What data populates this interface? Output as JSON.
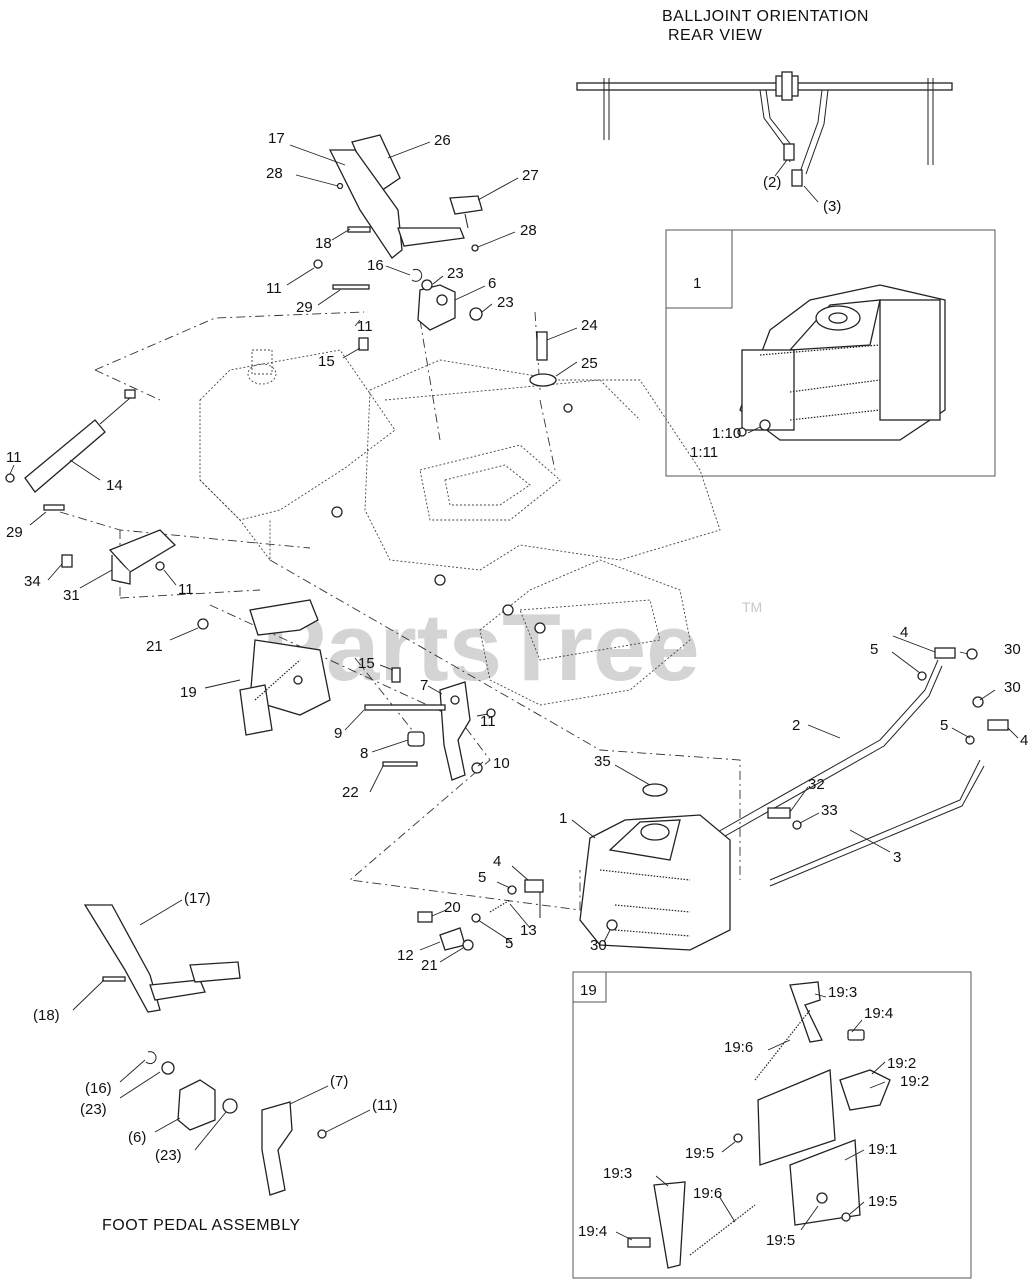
{
  "captions": {
    "balljoint_line1": "BALLJOINT ORIENTATION",
    "balljoint_line2": "REAR VIEW",
    "foot_pedal": "FOOT PEDAL ASSEMBLY"
  },
  "watermark": {
    "text": "PartsTree",
    "tm": "TM"
  },
  "insets": {
    "inset1_label": "1",
    "inset19_label": "19"
  },
  "callouts": {
    "c17": "17",
    "c26": "26",
    "c28a": "28",
    "c27": "27",
    "c28b": "28",
    "c18": "18",
    "c16": "16",
    "c23a": "23",
    "c6": "6",
    "c23b": "23",
    "c11a": "11",
    "c29a": "29",
    "c11b": "11",
    "c15a": "15",
    "c24": "24",
    "c25": "25",
    "c11c": "11",
    "c14": "14",
    "c29b": "29",
    "c34": "34",
    "c31": "31",
    "c11d": "11",
    "c21a": "21",
    "c19": "19",
    "c15b": "15",
    "c7": "7",
    "c11e": "11",
    "c9": "9",
    "c8": "8",
    "c10": "10",
    "c22": "22",
    "c4a": "4",
    "c30a": "30",
    "c5a": "5",
    "c30b": "30",
    "c5b": "5",
    "c4b": "4",
    "c2": "2",
    "c35": "35",
    "c32": "32",
    "c33": "33",
    "c1": "1",
    "c3": "3",
    "c4c": "4",
    "c5c": "5",
    "c20": "20",
    "c13": "13",
    "c5d": "5",
    "c12": "12",
    "c21b": "21",
    "c30c": "30",
    "bj2": "(2)",
    "bj3": "(3)",
    "i1_10": "1:10",
    "i1_11": "1:11",
    "fp17": "(17)",
    "fp18": "(18)",
    "fp16": "(16)",
    "fp23a": "(23)",
    "fp6": "(6)",
    "fp23b": "(23)",
    "fp7": "(7)",
    "fp11": "(11)",
    "s19_3a": "19:3",
    "s19_4a": "19:4",
    "s19_6a": "19:6",
    "s19_2a": "19:2",
    "s19_2b": "19:2",
    "s19_5a": "19:5",
    "s19_1": "19:1",
    "s19_3b": "19:3",
    "s19_6b": "19:6",
    "s19_5b": "19:5",
    "s19_4b": "19:4",
    "s19_5c": "19:5"
  }
}
